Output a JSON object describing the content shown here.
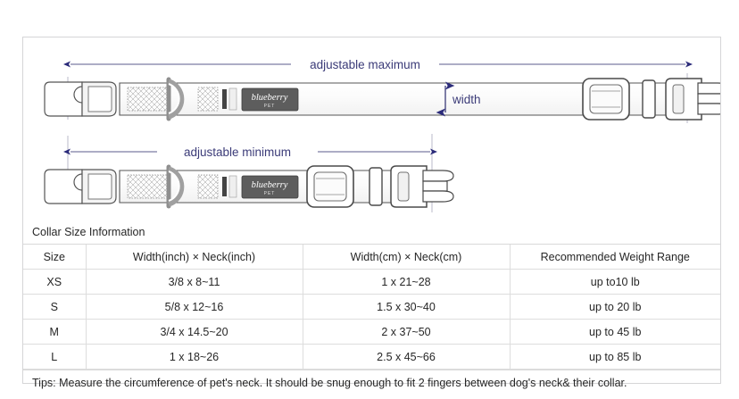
{
  "diagram": {
    "max_label": "adjustable maximum",
    "min_label": "adjustable minimum",
    "width_label": "width",
    "brand_label": "blueberry",
    "brand_sub": "PET",
    "line_color": "#2b2b7a",
    "strap_color": "#4a4a4a",
    "tag_color": "#5a5a5a"
  },
  "table": {
    "title": "Collar Size Information",
    "headers": [
      "Size",
      "Width(inch)  ×  Neck(inch)",
      "Width(cm)  ×  Neck(cm)",
      "Recommended Weight Range"
    ],
    "rows": [
      {
        "size": "XS",
        "inch": "3/8 x 8~11",
        "cm": "1 x 21~28",
        "weight": "up to10 lb"
      },
      {
        "size": "S",
        "inch": "5/8 x 12~16",
        "cm": "1.5 x 30~40",
        "weight": "up to 20 lb"
      },
      {
        "size": "M",
        "inch": "3/4 x 14.5~20",
        "cm": "2 x 37~50",
        "weight": "up to 45 lb"
      },
      {
        "size": "L",
        "inch": "1 x 18~26",
        "cm": "2.5 x 45~66",
        "weight": "up to 85 lb"
      }
    ],
    "tips": "Tips: Measure the circumference of pet's neck. It should be snug enough to fit 2 fingers between dog's neck& their collar."
  }
}
